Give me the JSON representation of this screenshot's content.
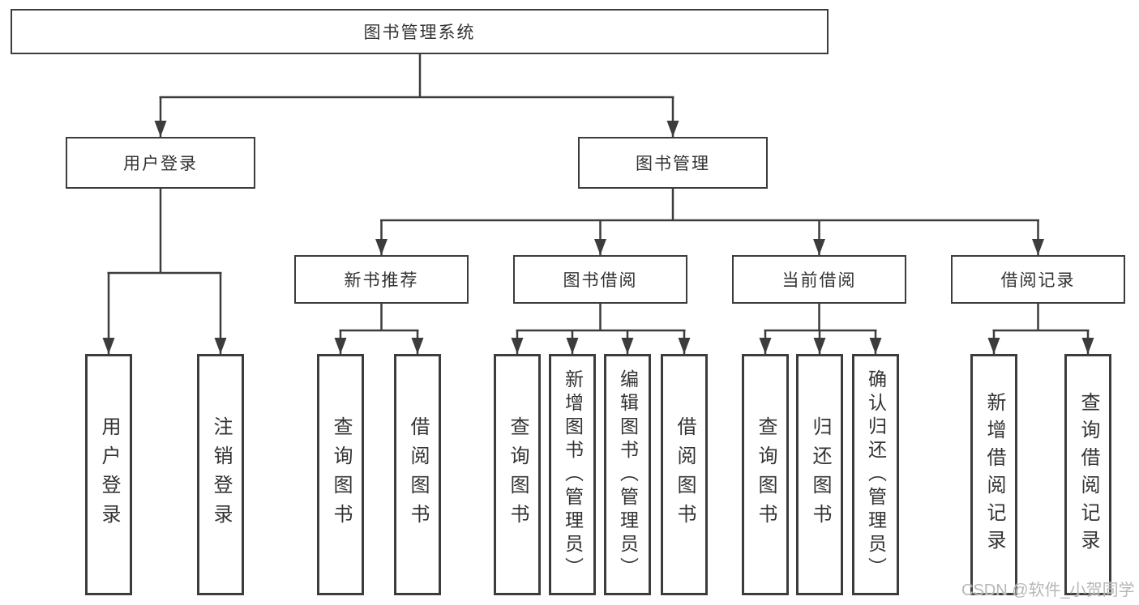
{
  "diagram": {
    "root": {
      "label": "图书管理系统"
    },
    "branches": [
      {
        "label": "用户登录",
        "children": [
          "用户登录",
          "注销登录"
        ]
      },
      {
        "label": "图书管理",
        "children": [
          {
            "label": "新书推荐",
            "children": [
              "查询图书",
              "借阅图书"
            ]
          },
          {
            "label": "图书借阅",
            "children": [
              "查询图书",
              "新增图书（管理员）",
              "编辑图书（管理员）",
              "借阅图书"
            ]
          },
          {
            "label": "当前借阅",
            "children": [
              "查询图书",
              "归还图书",
              "确认归还（管理员）"
            ]
          },
          {
            "label": "借阅记录",
            "children": [
              "新增借阅记录",
              "查询借阅记录"
            ]
          }
        ]
      }
    ]
  },
  "watermark": {
    "text": "CSDN @软件_小贺同学"
  },
  "colors": {
    "line": "#3c3c3c",
    "text": "#333333",
    "node_fill": "#ffffff",
    "watermark": "#b7b7b7",
    "background": "#ffffff"
  }
}
